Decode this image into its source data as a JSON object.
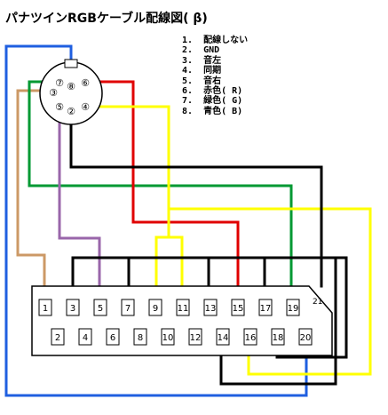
{
  "title": "パナツインRGBケーブル配線図( β)",
  "legend": [
    {
      "num": "1.",
      "label": "配線しない"
    },
    {
      "num": "2.",
      "label": "GND"
    },
    {
      "num": "3.",
      "label": "音左"
    },
    {
      "num": "4.",
      "label": "同期"
    },
    {
      "num": "5.",
      "label": "音右"
    },
    {
      "num": "6.",
      "label": "赤色( R)"
    },
    {
      "num": "7.",
      "label": "緑色( G)"
    },
    {
      "num": "8.",
      "label": "青色( B)"
    }
  ],
  "din_pins": [
    "⑦",
    "⑧",
    "⑥",
    "③",
    "⑤",
    "②",
    "④"
  ],
  "scart_top_pins": [
    "1",
    "3",
    "5",
    "7",
    "9",
    "11",
    "13",
    "15",
    "17",
    "19"
  ],
  "scart_bottom_pins": [
    "2",
    "4",
    "6",
    "8",
    "10",
    "12",
    "14",
    "16",
    "18",
    "20"
  ],
  "pin21_label": "21",
  "colors": {
    "red": "#e00000",
    "green": "#009933",
    "blue": "#1f5fe0",
    "yellow": "#ffff00",
    "purple": "#9966aa",
    "tan": "#cc9966",
    "black": "#000000"
  }
}
